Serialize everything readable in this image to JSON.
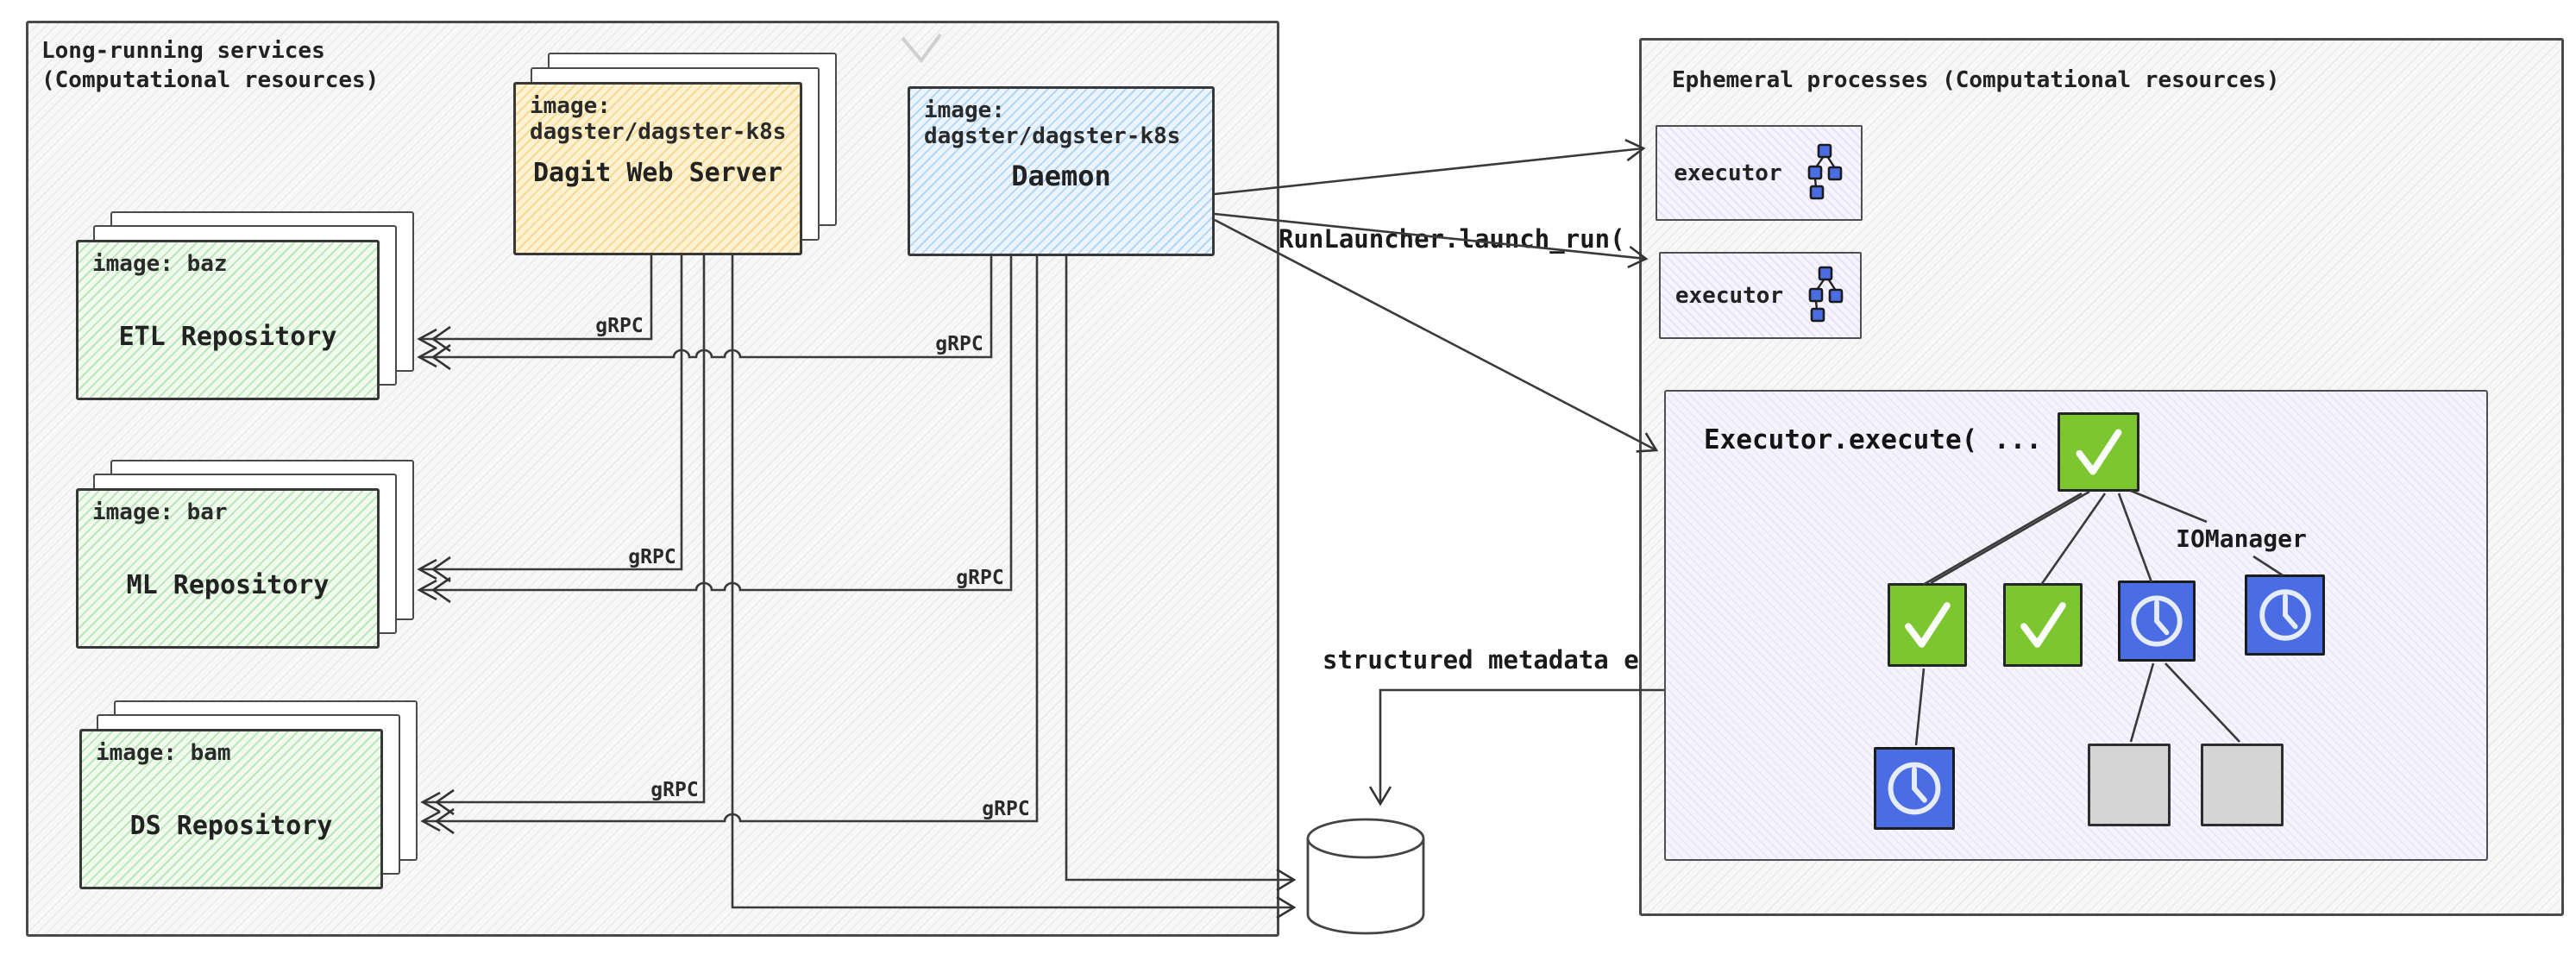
{
  "left_panel": {
    "title": "Long-running services\n(Computational resources)"
  },
  "right_panel": {
    "title": "Ephemeral processes (Computational resources)"
  },
  "dagit": {
    "image_label": "image: dagster/dagster-k8s",
    "name": "Dagit Web Server"
  },
  "daemon": {
    "image_label": "image: dagster/dagster-k8s",
    "name": "Daemon"
  },
  "repos": [
    {
      "image_label": "image: baz",
      "name": "ETL Repository"
    },
    {
      "image_label": "image: bar",
      "name": "ML Repository"
    },
    {
      "image_label": "image: bam",
      "name": "DS Repository"
    }
  ],
  "labels": {
    "grpc": "gRPC",
    "run_launcher": "RunLauncher.launch_run( ... )",
    "metadata_events": "structured metadata events",
    "database": "Database",
    "executor": "executor",
    "executor_execute": "Executor.execute( ... )",
    "iomanager": "IOManager"
  },
  "icons": {
    "executor_icon": "mini-dag-icon",
    "green_node_icon": "check-icon",
    "blue_node_icon": "clock-icon",
    "gray_node_icon": "blank-step"
  },
  "colors": {
    "dagit_fill": "#f9e6b8",
    "daemon_fill": "#d6e9f8",
    "repo_fill": "#d9f2d3",
    "executor_fill": "#eeecfb",
    "node_green": "#7cc62f",
    "node_blue": "#4a6de4",
    "node_gray": "#d5d5d5",
    "line": "#3a3a3a"
  }
}
